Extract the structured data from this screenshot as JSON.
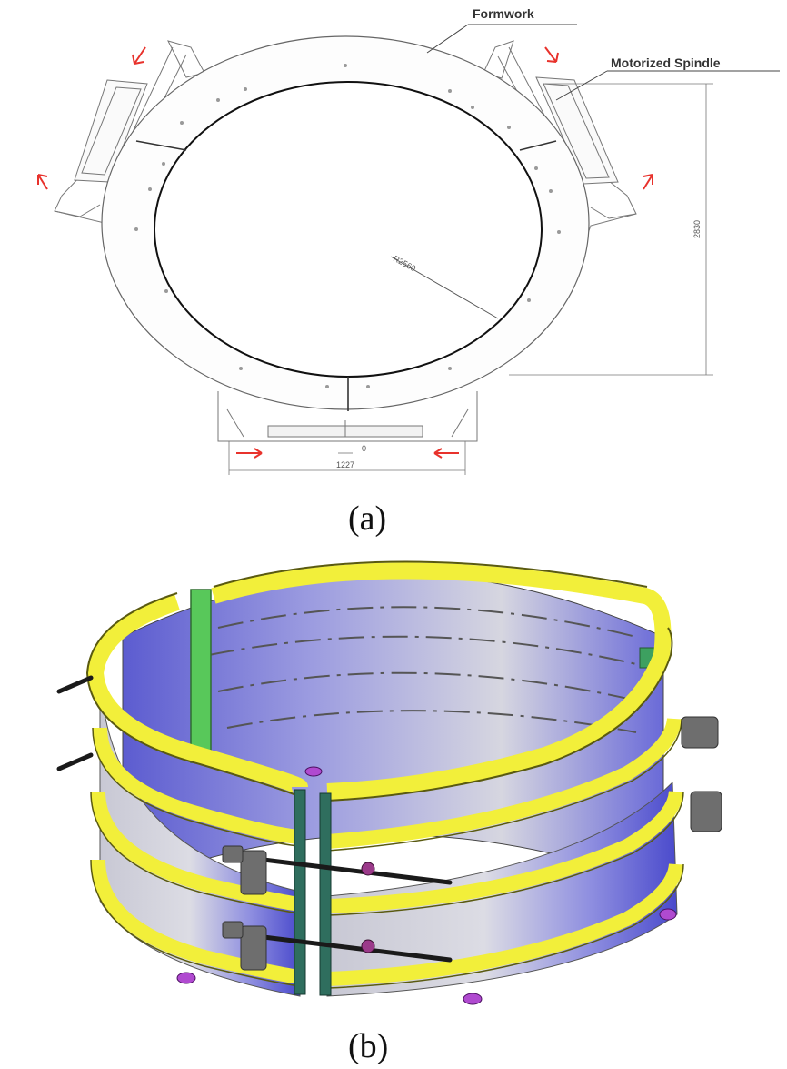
{
  "panel_a": {
    "labels": {
      "formwork": "Formwork",
      "spindle": "Motorized Spindle"
    },
    "dimensions": {
      "radius": "R2560",
      "height": "2830",
      "bottom_gap": "0",
      "bottom_width": "1227"
    },
    "caption": "(a)"
  },
  "panel_b": {
    "caption": "(b)"
  },
  "colors": {
    "arrow": "#e8322c",
    "ring_yellow": "#f2ef3a",
    "ring_edge": "#5a5a10",
    "wall_blue": "#6a6ad8",
    "wall_grey": "#c8c8d2",
    "joint_green": "#58c85a",
    "motor_grey": "#6e6e6e",
    "bolt_purple": "#b04ad0"
  },
  "icons": {
    "direction_arrows": "red-arrow-icon"
  }
}
